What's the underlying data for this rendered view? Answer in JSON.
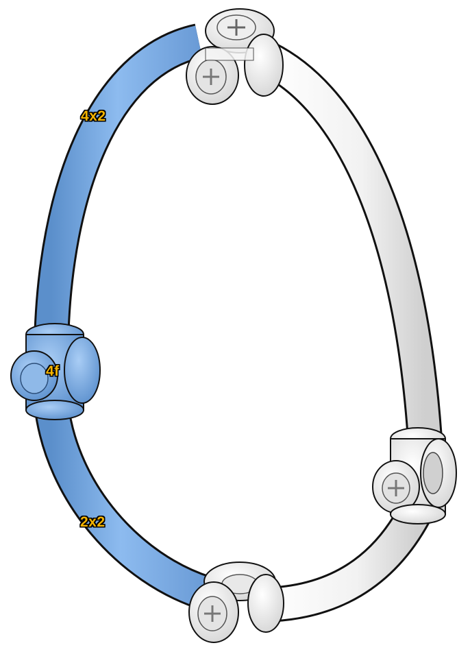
{
  "labels": {
    "top_segment": "4x2",
    "connector": "4f",
    "bottom_segment": "2x2"
  },
  "colors": {
    "highlight": "#7fb0e6",
    "highlight_dark": "#5b8fcb",
    "tube_white": "#f4f4f4",
    "outline": "#111111",
    "label_fill": "#f5b400"
  },
  "parts": {
    "connectors": [
      "connector-top",
      "connector-left",
      "connector-right",
      "connector-bottom"
    ],
    "tube_segments": [
      "tube-top-left",
      "tube-bottom-left",
      "tube-right-upper",
      "tube-right-lower"
    ]
  }
}
